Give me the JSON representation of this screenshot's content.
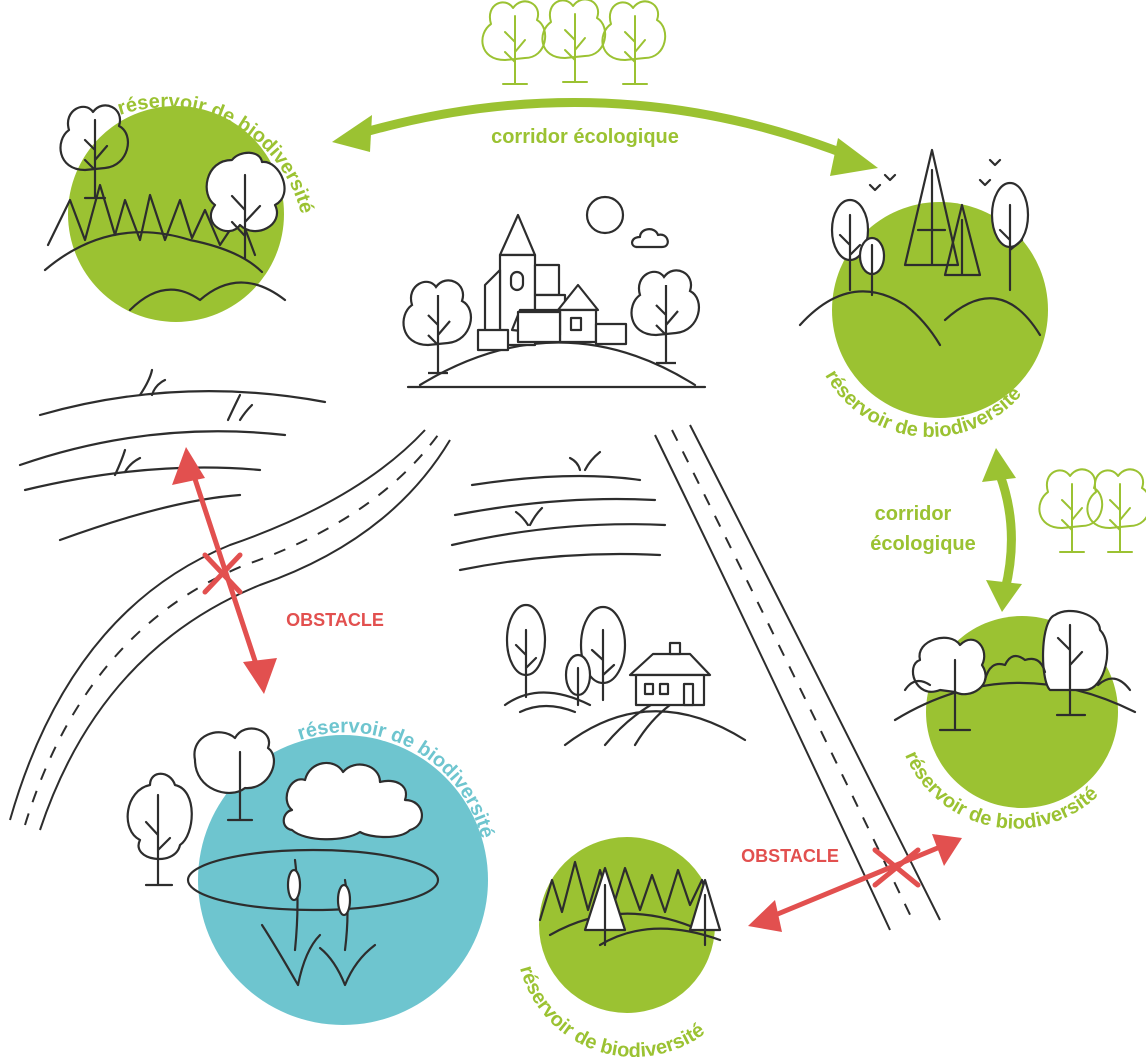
{
  "colors": {
    "green": "#9bc232",
    "blue": "#6ec5cf",
    "red": "#e2504f",
    "ink": "#2d2d2d"
  },
  "labels": {
    "reservoir": "réservoir de biodiversité",
    "corridor_top": "corridor écologique",
    "corridor_right_line1": "corridor",
    "corridor_right_line2": "écologique",
    "obstacle_left": "OBSTACLE",
    "obstacle_bottom": "OBSTACLE"
  },
  "icons": [
    "tree-outline-icon",
    "conifer-tree-icon",
    "village-church-icon",
    "sun-icon",
    "cloud-icon",
    "house-icon",
    "reed-icon",
    "cross-mark-icon"
  ]
}
